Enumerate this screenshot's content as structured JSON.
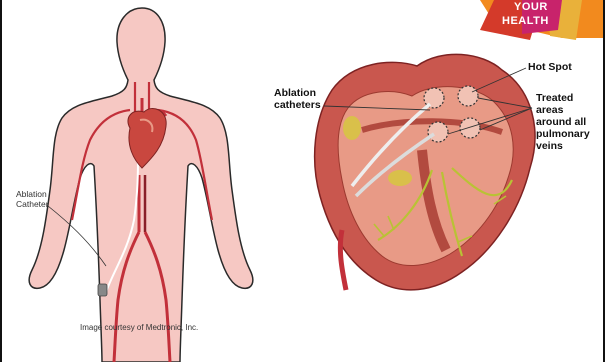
{
  "badge": {
    "lines": [
      "YOUR",
      "HEALTH"
    ]
  },
  "body_figure": {
    "callout": [
      "Ablation",
      "Catheter"
    ],
    "caption": "Image courtesy of Medtronic, Inc."
  },
  "heart_figure": {
    "callouts": {
      "ablation_catheters": [
        "Ablation",
        "catheters"
      ],
      "hot_spot": "Hot Spot",
      "treated_areas": [
        "Treated",
        "areas",
        "around all",
        "pulmonary",
        "veins"
      ]
    }
  },
  "colors": {
    "body_fill": "#f6c8c3",
    "body_outline": "#2a2a2a",
    "vessel": "#c2303a",
    "heart_outer": "#c9574e",
    "heart_inner": "#e89a86",
    "conduction": "#b9c235",
    "badge_orange": "#f28a1e",
    "badge_red": "#d43a2a"
  }
}
